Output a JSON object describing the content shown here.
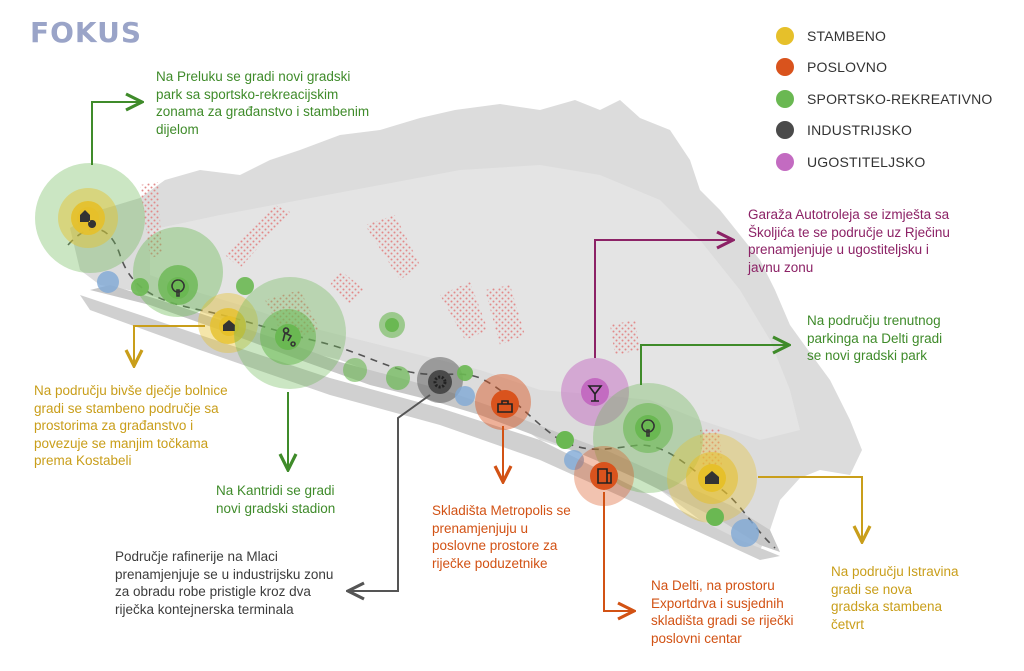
{
  "logo": {
    "text": "FOKUS"
  },
  "colors": {
    "stambeno": "#e6c02a",
    "poslovno": "#d9531d",
    "sportsko": "#6ab852",
    "industrijsko": "#4a4a4a",
    "ugostiteljsko": "#c36bc1",
    "land": "#dcdcdc",
    "route": "#555555",
    "hatch": "#e28a8a",
    "note_green": "#3f8b2a",
    "note_yellow": "#c99e1a",
    "note_red": "#d25214",
    "note_purple": "#8c2266",
    "note_dark": "#3c3c3c"
  },
  "legend": [
    {
      "label": "STAMBENO",
      "color": "#e6c02a"
    },
    {
      "label": "POSLOVNO",
      "color": "#d9531d"
    },
    {
      "label": "SPORTSKO-REKREATIVNO",
      "color": "#6ab852"
    },
    {
      "label": "INDUSTRIJSKO",
      "color": "#4a4a4a"
    },
    {
      "label": "UGOSTITELJSKO",
      "color": "#c36bc1"
    }
  ],
  "notes": {
    "preluk": "Na Preluku se gradi novi gradski park sa sportsko-rekreacijskim zonama za građanstvo i stambenim dijelom",
    "bolnica": "Na području bivše dječje bolnice gradi se stambeno područje sa prostorima za građanstvo i povezuje se manjim točkama prema Kostabeli",
    "kantrida": "Na Kantridi se gradi novi gradski stadion",
    "rafinerija": "Područje rafinerije na Mlaci prenamjenjuje se u industrijsku zonu za obradu robe pristigle kroz dva riječka kontejnerska terminala",
    "metropolis": "Skladišta Metropolis se prenamjenjuju u poslovne prostore za riječke poduzetnike",
    "exportdrvo": "Na Delti, na prostoru Exportdrva i susjednih skladišta gradi se riječki poslovni centar",
    "istravino": "Na području Istravina gradi se nova gradska stambena četvrt",
    "delta_park": "Na području trenutnog parkinga na Delti gradi se novi gradski park",
    "autotrolej": "Garaža Autotroleja se izmješta sa Školjića te se područje uz Rječinu prenamjenjuje u ugostiteljsku i javnu zonu"
  },
  "sites": [
    {
      "id": "preluk",
      "category": "stambeno",
      "icon": "house-tree-icon"
    },
    {
      "id": "preluk-park",
      "category": "sportsko",
      "icon": "tree-icon"
    },
    {
      "id": "bolnica",
      "category": "stambeno",
      "icon": "house-icon"
    },
    {
      "id": "kantrida",
      "category": "sportsko",
      "icon": "football-player-icon"
    },
    {
      "id": "rafinerija",
      "category": "industrijsko",
      "icon": "gear-icon"
    },
    {
      "id": "metropolis",
      "category": "poslovno",
      "icon": "briefcase-icon"
    },
    {
      "id": "autotrolej",
      "category": "ugostiteljsko",
      "icon": "cocktail-icon"
    },
    {
      "id": "delta-park",
      "category": "sportsko",
      "icon": "tree-icon"
    },
    {
      "id": "exportdrvo",
      "category": "poslovno",
      "icon": "office-building-icon"
    },
    {
      "id": "istravino",
      "category": "stambeno",
      "icon": "house-icon"
    }
  ]
}
